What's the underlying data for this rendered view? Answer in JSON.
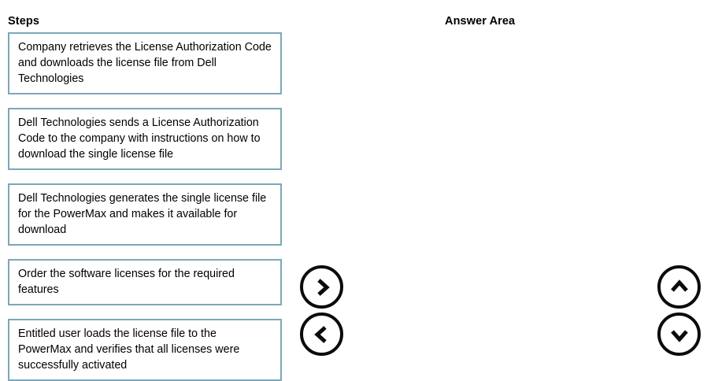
{
  "headings": {
    "steps": "Steps",
    "answer_area": "Answer Area"
  },
  "colors": {
    "tile_border": "#7ca7b8",
    "tile_background": "#ffffff",
    "button_stroke": "#0b0b0b",
    "page_background": "#ffffff",
    "text": "#000000"
  },
  "steps": {
    "items": [
      {
        "text": "Company retrieves the License Authorization Code and downloads the license file from Dell Technologies"
      },
      {
        "text": "Dell Technologies sends a License Authorization Code to the company with instructions on how to download the single license file"
      },
      {
        "text": "Dell Technologies generates the single license file for the PowerMax and makes it available for download"
      },
      {
        "text": "Order the software licenses for the required features"
      },
      {
        "text": "Entitled user loads the license file to the PowerMax and verifies that all licenses were successfully activated"
      }
    ]
  },
  "transfer_buttons": [
    {
      "name": "move-right-button",
      "icon": "chevron-right-icon",
      "label": "Move item to Answer Area"
    },
    {
      "name": "move-left-button",
      "icon": "chevron-left-icon",
      "label": "Move item back to Steps"
    }
  ],
  "reorder_buttons": [
    {
      "name": "move-up-button",
      "icon": "chevron-up-icon",
      "label": "Move item up"
    },
    {
      "name": "move-down-button",
      "icon": "chevron-down-icon",
      "label": "Move item down"
    }
  ],
  "answer_area": {
    "items": []
  }
}
